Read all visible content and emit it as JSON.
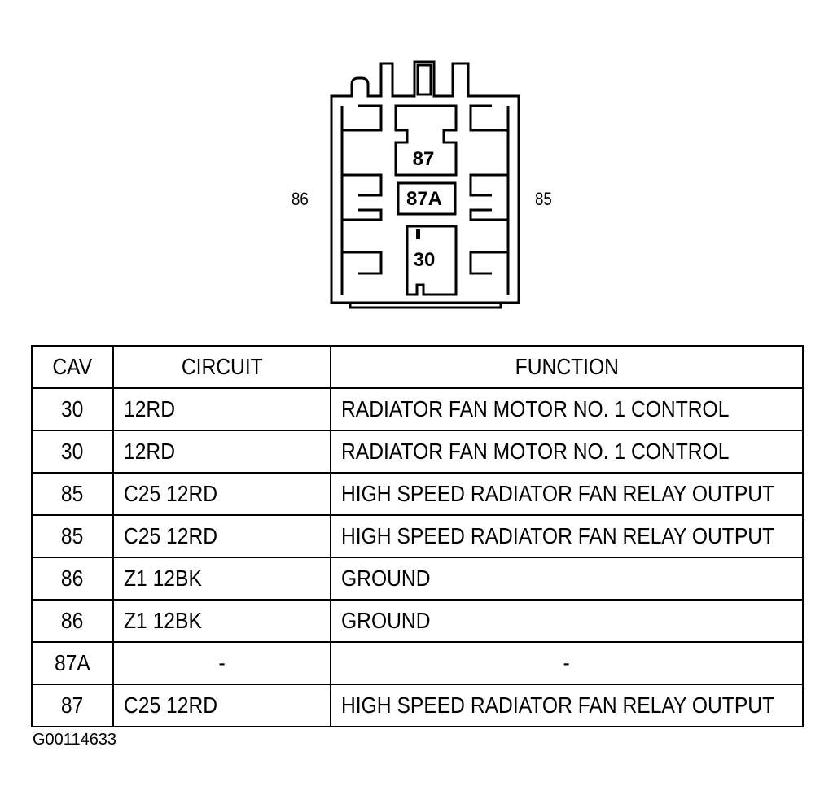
{
  "connector": {
    "left_label": "86",
    "right_label": "85",
    "cavity_labels": [
      "87",
      "87A",
      "30"
    ]
  },
  "table": {
    "headers": [
      "CAV",
      "CIRCUIT",
      "FUNCTION"
    ],
    "rows": [
      {
        "cav": "30",
        "circuit": "12RD",
        "function": "RADIATOR FAN MOTOR NO. 1 CONTROL"
      },
      {
        "cav": "30",
        "circuit": "12RD",
        "function": "RADIATOR FAN MOTOR NO. 1 CONTROL"
      },
      {
        "cav": "85",
        "circuit": "C25 12RD",
        "function": "HIGH SPEED RADIATOR FAN RELAY OUTPUT"
      },
      {
        "cav": "85",
        "circuit": "C25 12RD",
        "function": "HIGH SPEED RADIATOR FAN RELAY OUTPUT"
      },
      {
        "cav": "86",
        "circuit": "Z1 12BK",
        "function": "GROUND"
      },
      {
        "cav": "86",
        "circuit": "Z1 12BK",
        "function": "GROUND"
      },
      {
        "cav": "87A",
        "circuit": "-",
        "function": "-"
      },
      {
        "cav": "87",
        "circuit": "C25 12RD",
        "function": "HIGH SPEED RADIATOR FAN RELAY OUTPUT"
      }
    ]
  },
  "figure_id": "G00114633"
}
